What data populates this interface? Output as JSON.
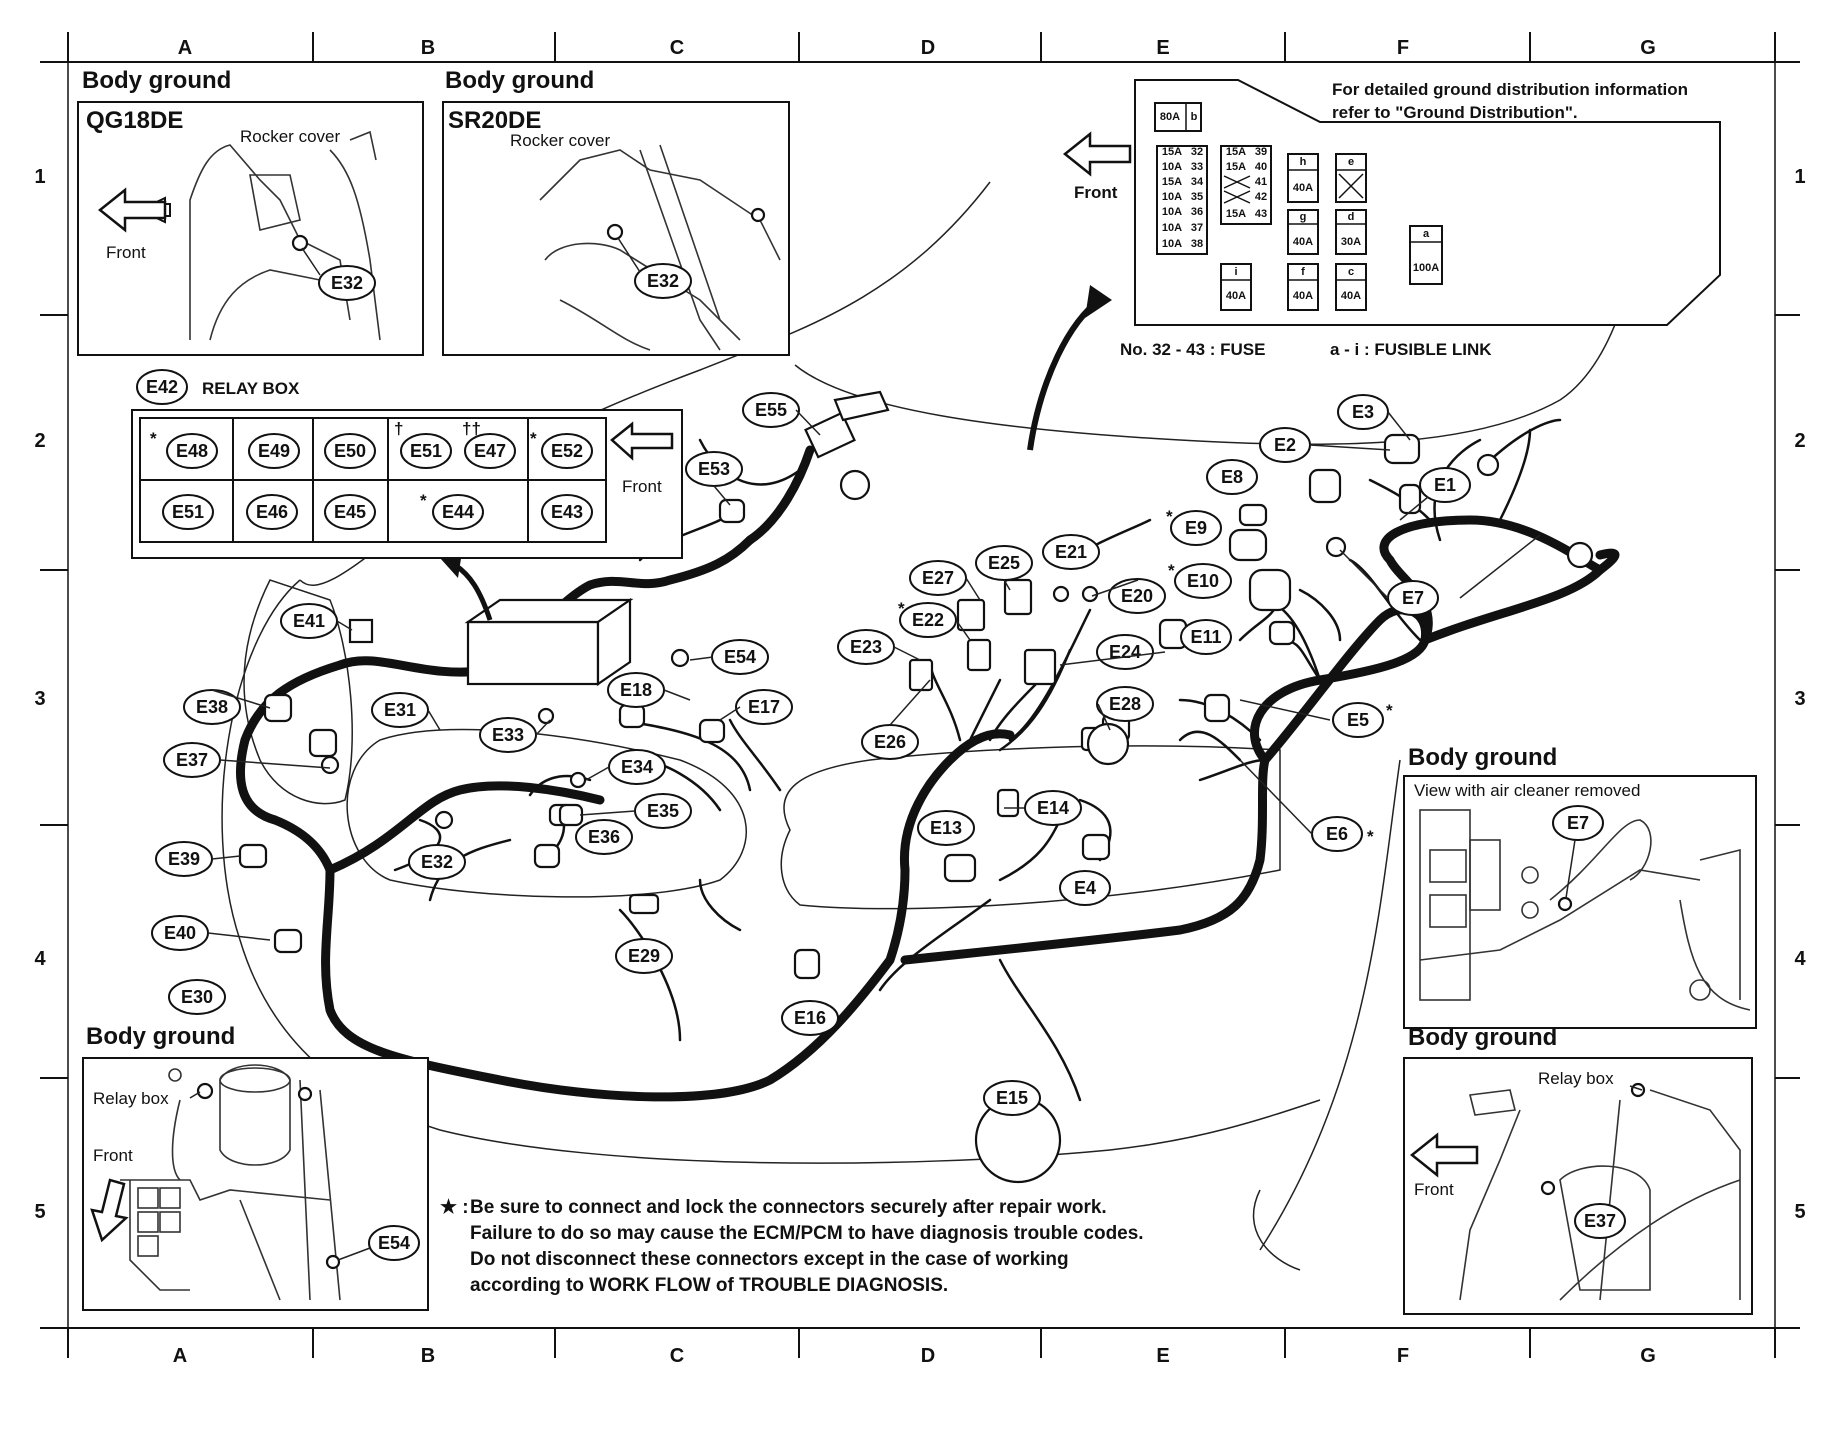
{
  "grid": {
    "columns": [
      "A",
      "B",
      "C",
      "D",
      "E",
      "F",
      "G"
    ],
    "rows": [
      "1",
      "2",
      "3",
      "4",
      "5"
    ]
  },
  "insets": {
    "qg18de": {
      "title": "Body ground",
      "engine": "QG18DE",
      "rocker_cover": "Rocker cover",
      "front": "Front",
      "connector": "E32"
    },
    "sr20de": {
      "title": "Body ground",
      "engine": "SR20DE",
      "rocker_cover": "Rocker cover",
      "connector": "E32"
    },
    "bottom_left": {
      "title": "Body ground",
      "relay_box": "Relay box",
      "front": "Front",
      "connector": "E54"
    },
    "right_mid": {
      "title": "Body ground",
      "caption": "View with air cleaner removed",
      "connector": "E7"
    },
    "bottom_right": {
      "title": "Body ground",
      "relay_box": "Relay box",
      "front": "Front",
      "connector": "E37"
    }
  },
  "fuse_box": {
    "front": "Front",
    "info": "For detailed ground distribution information refer to \"Ground Distribution\".",
    "legend_fuse": "No. 32 - 43 : FUSE",
    "legend_link": "a - i : FUSIBLE LINK",
    "top_link": {
      "amp": "80A",
      "id": "b"
    },
    "fuses_left": [
      {
        "amp": "15A",
        "no": "32"
      },
      {
        "amp": "10A",
        "no": "33"
      },
      {
        "amp": "15A",
        "no": "34"
      },
      {
        "amp": "10A",
        "no": "35"
      },
      {
        "amp": "10A",
        "no": "36"
      },
      {
        "amp": "10A",
        "no": "37"
      },
      {
        "amp": "10A",
        "no": "38"
      }
    ],
    "fuses_mid": [
      {
        "amp": "15A",
        "no": "39"
      },
      {
        "amp": "15A",
        "no": "40"
      },
      {
        "amp": "",
        "no": "41"
      },
      {
        "amp": "",
        "no": "42"
      },
      {
        "amp": "15A",
        "no": "43"
      }
    ],
    "links": [
      {
        "id": "h",
        "amp": "40A"
      },
      {
        "id": "e",
        "amp": ""
      },
      {
        "id": "g",
        "amp": "40A"
      },
      {
        "id": "d",
        "amp": "30A"
      },
      {
        "id": "a",
        "amp": "100A"
      },
      {
        "id": "i",
        "amp": "40A"
      },
      {
        "id": "f",
        "amp": "40A"
      },
      {
        "id": "c",
        "amp": "40A"
      }
    ]
  },
  "relay_box": {
    "label": "E42",
    "title": "RELAY BOX",
    "front": "Front",
    "row1": [
      "E48",
      "E49",
      "E50",
      "E51",
      "E47",
      "E52"
    ],
    "row2": [
      "E51",
      "E46",
      "E45",
      "E44",
      "E43"
    ],
    "marks": {
      "star": "*",
      "dagger": "†",
      "ddagger": "††"
    }
  },
  "connectors": [
    "E1",
    "E2",
    "E3",
    "E4",
    "E5",
    "E6",
    "E7",
    "E8",
    "E9",
    "E10",
    "E11",
    "E13",
    "E14",
    "E15",
    "E16",
    "E17",
    "E18",
    "E20",
    "E21",
    "E22",
    "E23",
    "E24",
    "E25",
    "E26",
    "E27",
    "E28",
    "E29",
    "E30",
    "E31",
    "E32",
    "E33",
    "E34",
    "E35",
    "E36",
    "E37",
    "E38",
    "E39",
    "E40",
    "E41",
    "E53",
    "E54",
    "E55"
  ],
  "star_mark": "*",
  "note": {
    "prefix": "★ :",
    "line1": "Be sure to connect and lock the connectors securely after repair work.",
    "line2": "Failure to do so may cause the ECM/PCM to have diagnosis trouble codes.",
    "line3": "Do not disconnect these connectors except in the case of working",
    "line4": "according to WORK FLOW of TROUBLE DIAGNOSIS."
  }
}
